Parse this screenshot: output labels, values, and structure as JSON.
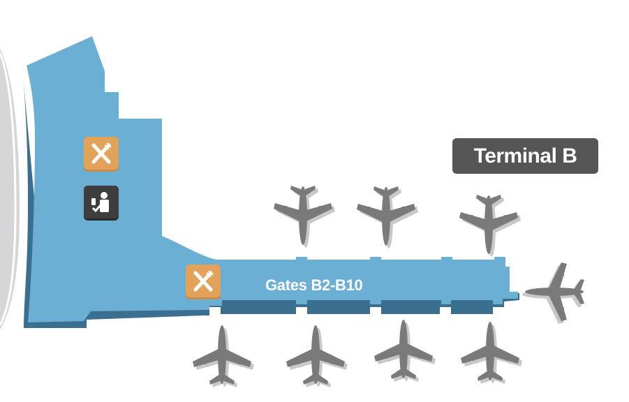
{
  "terminal": {
    "label": "Terminal B"
  },
  "concourse": {
    "label": "Gates B2-B10"
  },
  "icons": [
    {
      "name": "restaurant-icon",
      "type": "dining"
    },
    {
      "name": "security-checkpoint-icon",
      "type": "security"
    },
    {
      "name": "restaurant-icon",
      "type": "dining"
    }
  ],
  "colors": {
    "terminal_fill": "#6bb0d4",
    "terminal_edge": "#3b6f8f",
    "adjacent_building": "#d6d6d8",
    "plane": "#7a7a7a",
    "plane_shadow": "#c8c8c8",
    "dining_icon": "#e3a25a",
    "security_icon": "#3e3e3e",
    "badge": "#555555"
  }
}
